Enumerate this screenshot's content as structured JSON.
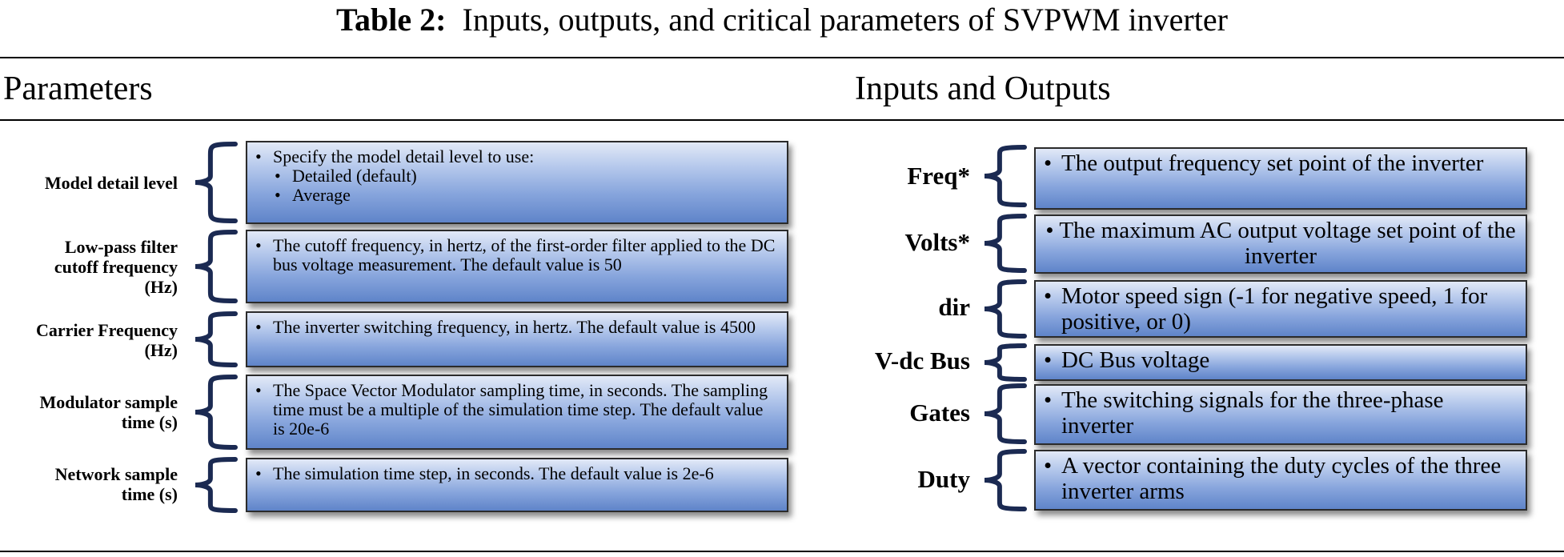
{
  "title": {
    "prefix": "Table 2:",
    "text": "Inputs, outputs, and critical parameters of SVPWM inverter"
  },
  "headers": {
    "parameters": "Parameters",
    "io": "Inputs and Outputs"
  },
  "bullet": "•",
  "parameters": [
    {
      "label": [
        "Model detail level"
      ],
      "text": "Specify the model detail level to use:",
      "subitems": [
        "Detailed (default)",
        "Average"
      ]
    },
    {
      "label": [
        "Low-pass filter",
        "cutoff frequency",
        "(Hz)"
      ],
      "text": "The cutoff frequency, in hertz, of the first-order filter applied to the DC bus voltage measurement. The default value is 50"
    },
    {
      "label": [
        "Carrier Frequency",
        "(Hz)"
      ],
      "text": "The inverter switching frequency, in hertz. The default value is 4500"
    },
    {
      "label": [
        "Modulator sample",
        "time (s)"
      ],
      "text": "The Space Vector Modulator sampling time, in seconds. The sampling time must be a multiple of the simulation time step. The default value is 20e-6"
    },
    {
      "label": [
        "Network sample",
        "time (s)"
      ],
      "text": "The simulation time step, in seconds. The default value is 2e-6"
    }
  ],
  "io": [
    {
      "label": "Freq*",
      "text": "The output frequency set point of the inverter"
    },
    {
      "label": "Volts*",
      "text": "The maximum AC output voltage set point of the inverter"
    },
    {
      "label": "dir",
      "text": "Motor speed sign (-1 for negative speed, 1 for positive, or 0)"
    },
    {
      "label": "V-dc Bus",
      "text": "DC Bus voltage"
    },
    {
      "label": "Gates",
      "text": "The switching signals for the three-phase inverter"
    },
    {
      "label": "Duty",
      "text": "A vector containing the duty cycles of the three inverter arms"
    }
  ],
  "colors": {
    "box_top": "#e2e9f7",
    "box_bottom": "#5f84c9",
    "brace": "#1b2a52"
  }
}
